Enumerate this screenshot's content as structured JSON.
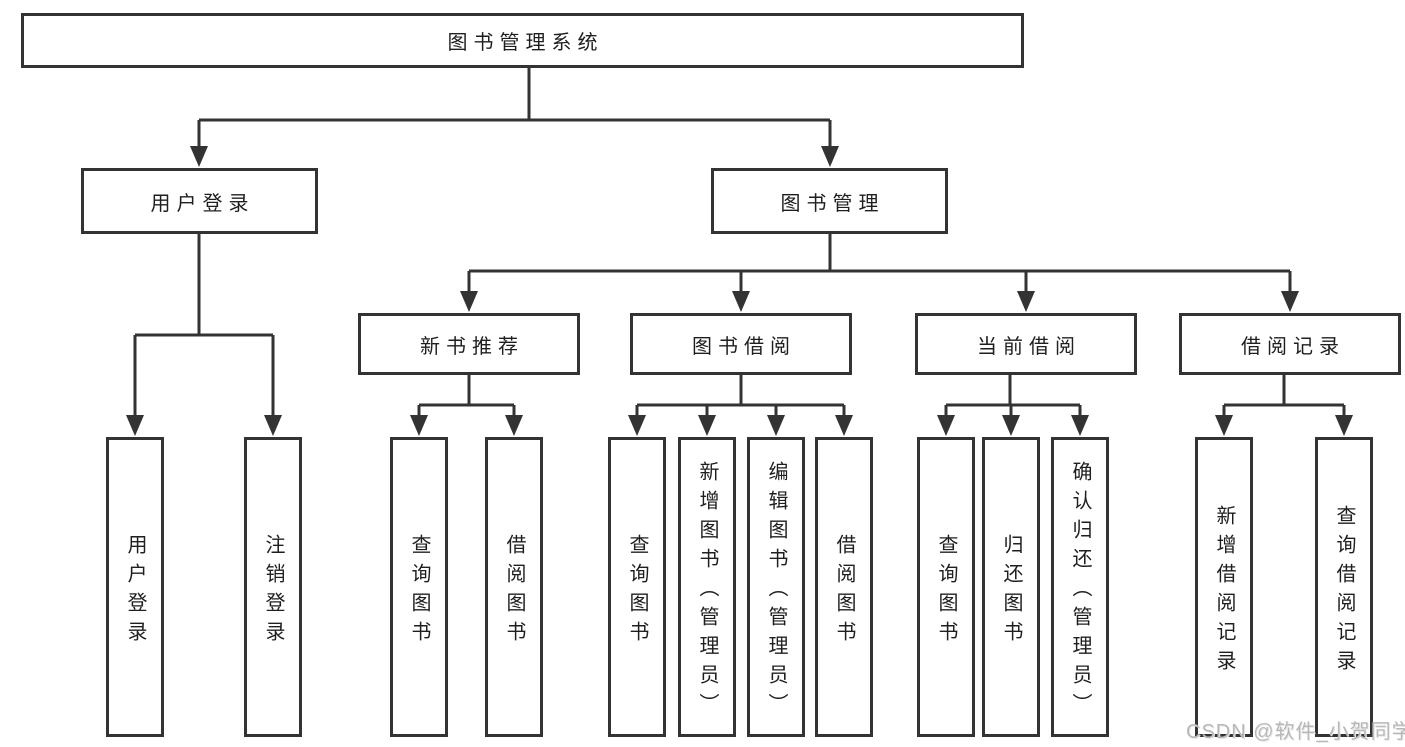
{
  "tree": {
    "root": {
      "label": "图书管理系统"
    },
    "children": [
      {
        "label": "用户登录",
        "children": [
          {
            "label": "用户登录"
          },
          {
            "label": "注销登录"
          }
        ]
      },
      {
        "label": "图书管理",
        "children": [
          {
            "label": "新书推荐",
            "children": [
              {
                "label": "查询图书"
              },
              {
                "label": "借阅图书"
              }
            ]
          },
          {
            "label": "图书借阅",
            "children": [
              {
                "label": "查询图书"
              },
              {
                "label": "新增图书（管理员）"
              },
              {
                "label": "编辑图书（管理员）"
              },
              {
                "label": "借阅图书"
              }
            ]
          },
          {
            "label": "当前借阅",
            "children": [
              {
                "label": "查询图书"
              },
              {
                "label": "归还图书"
              },
              {
                "label": "确认归还（管理员）"
              }
            ]
          },
          {
            "label": "借阅记录",
            "children": [
              {
                "label": "新增借阅记录"
              },
              {
                "label": "查询借阅记录"
              }
            ]
          }
        ]
      }
    ]
  },
  "watermark": {
    "text": "CSDN @软件_小贺同学"
  },
  "colors": {
    "line": "#333333",
    "box_border": "#333333",
    "text": "#1f1f1f",
    "background": "#ffffff",
    "watermark": "#b8b8b8"
  }
}
